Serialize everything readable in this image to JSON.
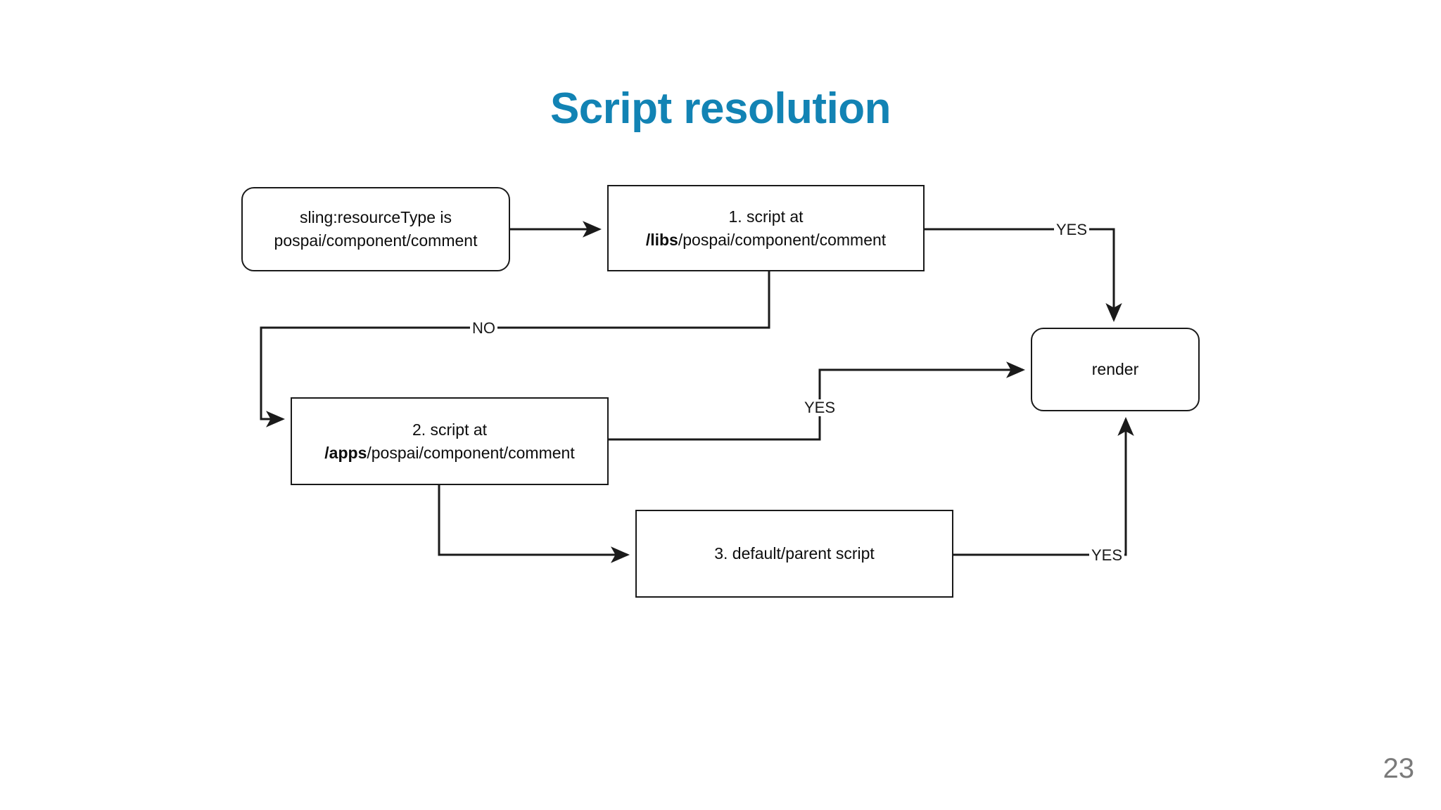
{
  "slide": {
    "title": "Script resolution",
    "page_number": "23",
    "title_color": "#1283b4",
    "page_number_color": "#7a7a7a"
  },
  "diagram": {
    "nodes": [
      {
        "id": "resource-type",
        "shape": "rounded-rect",
        "line1": "sling:resourceType is",
        "line2": "pospai/component/comment",
        "line2_bold": ""
      },
      {
        "id": "script-libs",
        "shape": "rect",
        "line1": "1. script at",
        "line2_bold": "/libs",
        "line2": "/pospai/component/comment"
      },
      {
        "id": "script-apps",
        "shape": "rect",
        "line1": "2. script at",
        "line2_bold": "/apps",
        "line2": "/pospai/component/comment"
      },
      {
        "id": "default-parent-script",
        "shape": "rect",
        "line1": "3. default/parent script",
        "line2": "",
        "line2_bold": ""
      },
      {
        "id": "render",
        "shape": "rounded-rect",
        "line1": "render",
        "line2": "",
        "line2_bold": ""
      }
    ],
    "edge_labels": [
      {
        "id": "libs-yes",
        "text": "YES"
      },
      {
        "id": "libs-no",
        "text": "NO"
      },
      {
        "id": "apps-yes",
        "text": "YES"
      },
      {
        "id": "default-yes",
        "text": "YES"
      }
    ],
    "stroke_color": "#1a1a1a"
  }
}
